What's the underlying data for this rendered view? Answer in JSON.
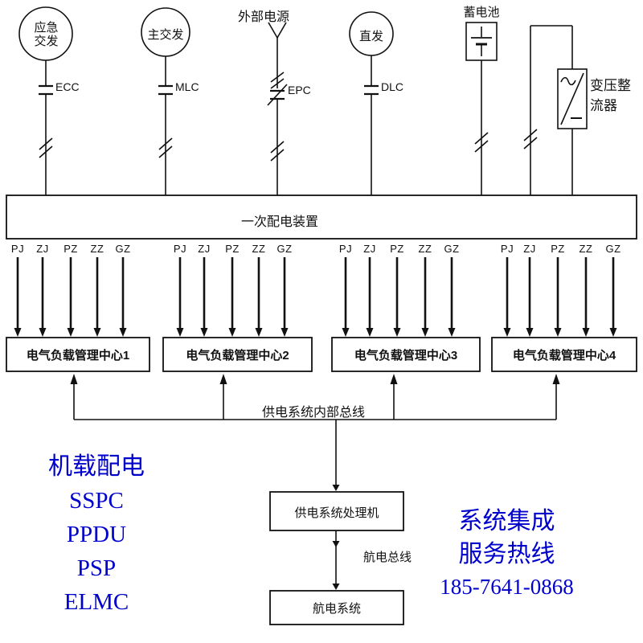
{
  "colors": {
    "ink": "#111111",
    "accent_blue": "#0000cc"
  },
  "sources": {
    "emergency_gen": "应急交发",
    "main_gen": "主交发",
    "external_power": "外部电源",
    "dc_gen": "直发",
    "battery": "蓄电池",
    "transformer_rectifier": "变压整流器"
  },
  "contactors": {
    "ecc": "ECC",
    "mlc": "MLC",
    "epc": "EPC",
    "dlc": "DLC"
  },
  "primary_bus": {
    "label": "一次配电装置"
  },
  "feeders": {
    "labels": [
      "PJ",
      "ZJ",
      "PZ",
      "ZZ",
      "GZ"
    ]
  },
  "load_centers": {
    "items": [
      "电气负载管理中心1",
      "电气负载管理中心2",
      "电气负载管理中心3",
      "电气负载管理中心4"
    ]
  },
  "internal_bus": {
    "label": "供电系统内部总线"
  },
  "processor": {
    "label": "供电系统处理机"
  },
  "avionics_bus": {
    "label": "航电总线"
  },
  "avionics_system": {
    "label": "航电系统"
  },
  "watermark_left": {
    "items": [
      "机载配电",
      "SSPC",
      "PPDU",
      "PSP",
      "ELMC"
    ]
  },
  "watermark_right": {
    "items": [
      "系统集成",
      "服务热线",
      "185-7641-0868"
    ]
  }
}
